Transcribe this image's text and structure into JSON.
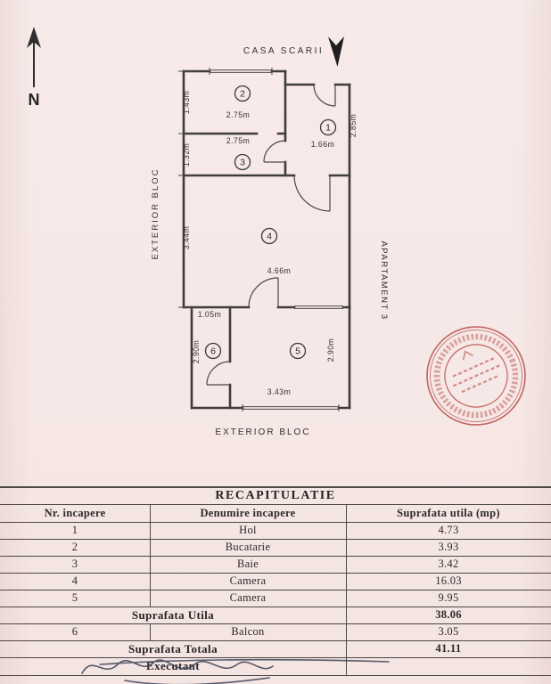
{
  "plan": {
    "compass_label": "N",
    "casa_scarii_label": "CASA SCARII",
    "exterior_left_label": "EXTERIOR BLOC",
    "exterior_bottom_label": "EXTERIOR BLOC",
    "apartament_label": "APARTAMENT 3",
    "rooms": [
      "1",
      "2",
      "3",
      "4",
      "5",
      "6"
    ],
    "dims": [
      "1.43m",
      "2.75m",
      "2.75m",
      "1.32m",
      "1.66m",
      "2.85m",
      "3.44m",
      "4.66m",
      "1.05m",
      "2.90m",
      "2.90m",
      "3.43m"
    ]
  },
  "stamp": {
    "color": "#b8463e"
  },
  "table": {
    "title": "RECAPITULATIE",
    "headers": [
      "Nr. incapere",
      "Denumire incapere",
      "Suprafata utila (mp)"
    ],
    "rows": [
      {
        "nr": "1",
        "name": "Hol",
        "area": "4.73"
      },
      {
        "nr": "2",
        "name": "Bucatarie",
        "area": "3.93"
      },
      {
        "nr": "3",
        "name": "Baie",
        "area": "3.42"
      },
      {
        "nr": "4",
        "name": "Camera",
        "area": "16.03"
      },
      {
        "nr": "5",
        "name": "Camera",
        "area": "9.95"
      }
    ],
    "subtotal": {
      "label": "Suprafata Utila",
      "value": "38.06"
    },
    "balcony_row": {
      "nr": "6",
      "name": "Balcon",
      "area": "3.05"
    },
    "total": {
      "label": "Suprafata Totala",
      "value": "41.11"
    },
    "executant_label": "Executant"
  }
}
